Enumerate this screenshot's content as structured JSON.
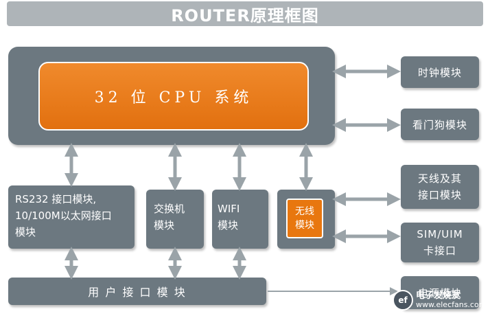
{
  "header": {
    "title": "ROUTER原理框图"
  },
  "cpu": {
    "label": "32 位 CPU 系统"
  },
  "side_modules": {
    "clock": "时钟模块",
    "watchdog": "看门狗模块",
    "antenna": [
      "天线及其",
      "接口模块"
    ],
    "sim": [
      "SIM/UIM",
      "卡接口"
    ],
    "power": "电源模块"
  },
  "modules": {
    "rs232": [
      "RS232 接口模块,",
      "10/100M以太网接口",
      "模块"
    ],
    "switch": [
      "交换机",
      "模块"
    ],
    "wifi": [
      "WIFI",
      "模块"
    ],
    "wireless": [
      "无线",
      "模块"
    ]
  },
  "user_interface": {
    "label": "用 户 接 口 模 块"
  },
  "watermark": {
    "cn": "电子发烧友",
    "en": "www.elecfans.com"
  },
  "colors": {
    "box": "#6c7880",
    "banner": "#aeb4b8",
    "cpu": "#e8770f",
    "arrow": "#9aa3a8"
  }
}
